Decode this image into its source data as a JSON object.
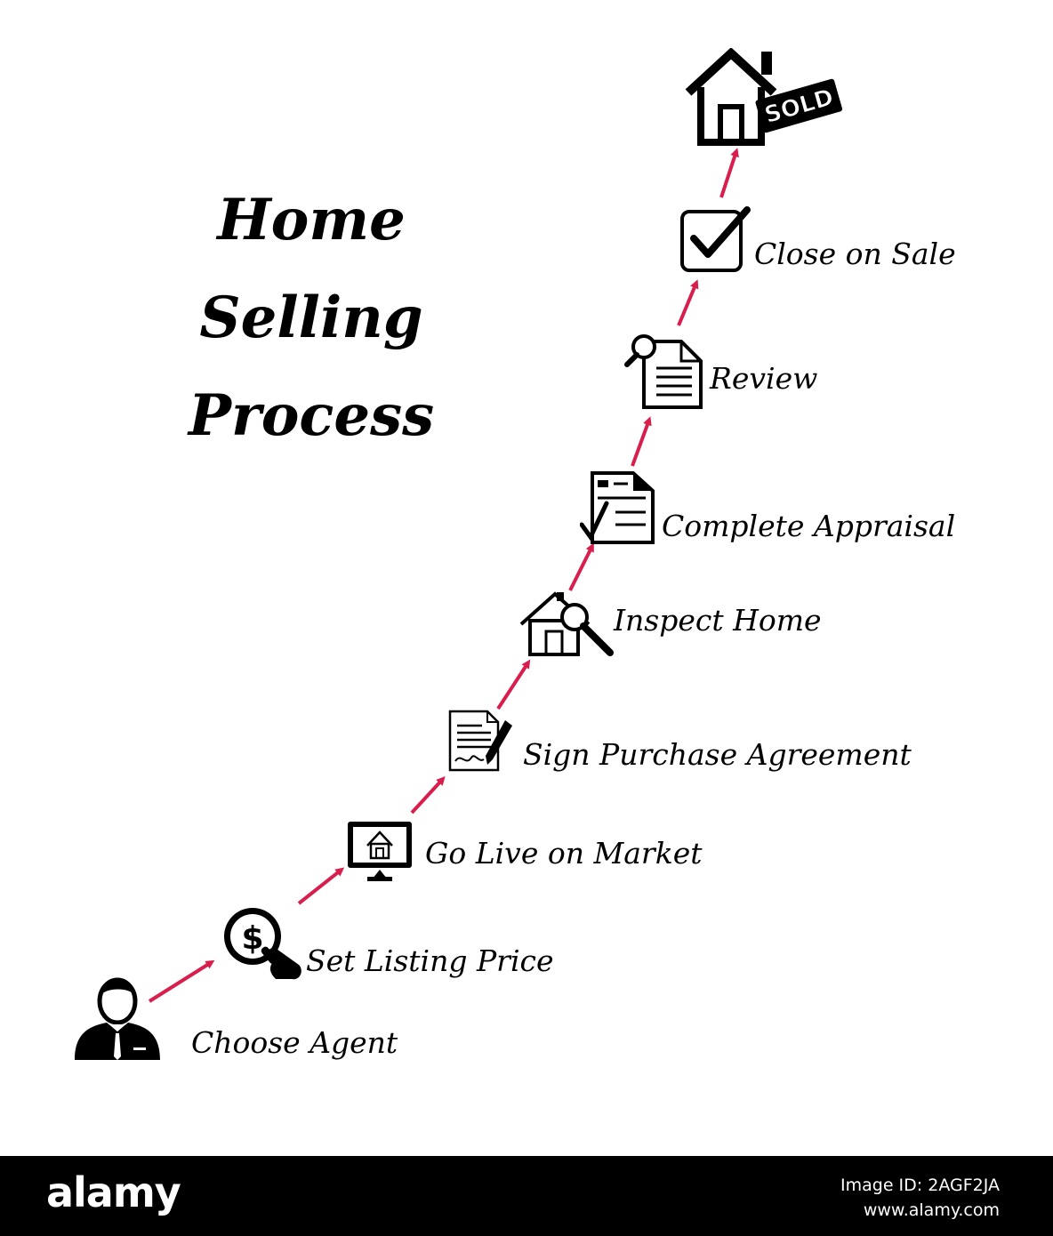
{
  "title_lines": [
    "Home",
    "Selling",
    "Process"
  ],
  "steps": [
    {
      "label": "Choose Agent",
      "icon": "businessman-icon"
    },
    {
      "label": "Set Listing Price",
      "icon": "dollar-hand-icon"
    },
    {
      "label": "Go Live on Market",
      "icon": "monitor-home-icon"
    },
    {
      "label": "Sign Purchase Agreement",
      "icon": "contract-pen-icon"
    },
    {
      "label": "Inspect Home",
      "icon": "house-magnifier-icon"
    },
    {
      "label": "Complete Appraisal",
      "icon": "checked-document-icon"
    },
    {
      "label": "Review",
      "icon": "document-magnifier-icon"
    },
    {
      "label": "Close on Sale",
      "icon": "checkbox-icon"
    }
  ],
  "final": {
    "badge_text": "SOLD",
    "icon": "sold-house-icon"
  },
  "colors": {
    "arrow": "#d81e4c",
    "text": "#000000",
    "footer_bg": "#000000"
  },
  "footer": {
    "logo": "alamy",
    "image_id": "Image ID: 2AGF2JA",
    "url": "www.alamy.com"
  }
}
